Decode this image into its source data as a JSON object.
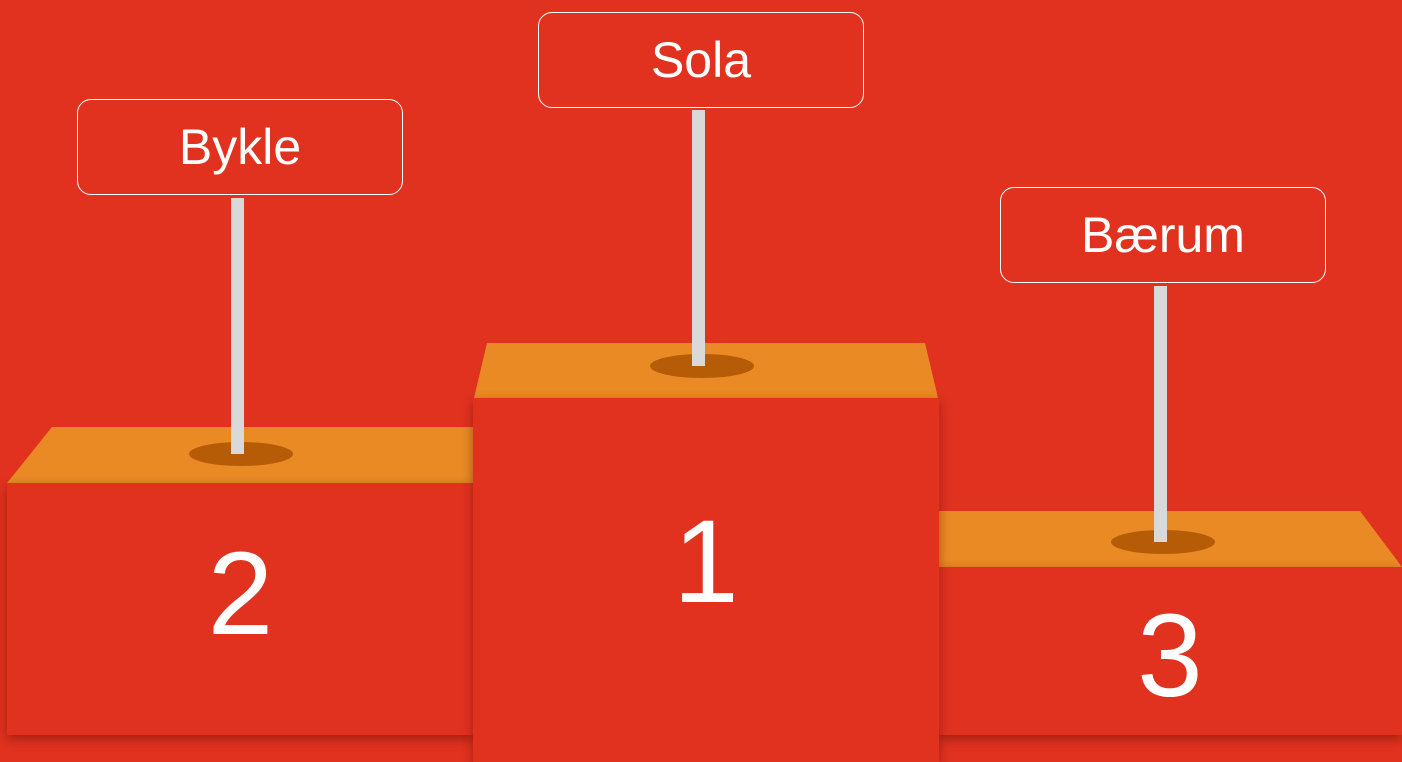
{
  "colors": {
    "background": "#e0321f",
    "podium_top": "#e98a24",
    "hole": "#b65b06",
    "pole": "#d9d9d9",
    "text": "#ffffff"
  },
  "podium": [
    {
      "place": "1",
      "name": "Sola"
    },
    {
      "place": "2",
      "name": "Bykle"
    },
    {
      "place": "3",
      "name": "Bærum"
    }
  ]
}
